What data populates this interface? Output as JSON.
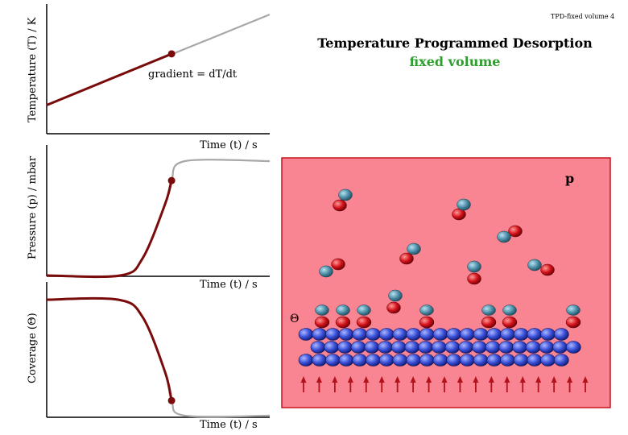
{
  "slide_tag": "TPD-fixed volume 4",
  "title": "Temperature Programmed Desorption",
  "subtitle": "fixed volume",
  "subtitle_color": "#2ca02c",
  "colors": {
    "curve_active": "#7a0b0b",
    "curve_future": "#a8a8a8",
    "chamber_fill": "#f98492",
    "chamber_border": "#c8141e",
    "surface_atom": "#3a4fd8",
    "molecule_top": "#4e8fa8",
    "molecule_bottom": "#d4121a",
    "heat_arrow": "#b3121a"
  },
  "plot1": {
    "ylabel": "Temperature (T) / K",
    "xlabel": "Time (t) / s",
    "annotation": "gradient = dT/dt"
  },
  "plot2": {
    "ylabel": "Pressure (p) / mbar",
    "xlabel": "Time (t) / s"
  },
  "plot3": {
    "ylabel": "Coverage (Θ)",
    "xlabel": "Time (t) / s"
  },
  "chamber": {
    "pressure_label": "p",
    "coverage_label": "Θ",
    "heat_arrow_count": 19
  },
  "chart_data": [
    {
      "type": "line",
      "title": "",
      "xlabel": "Time (t) / s",
      "ylabel": "Temperature (T) / K",
      "x": [
        0,
        0.56,
        1.0
      ],
      "y": [
        0.24,
        0.67,
        1.0
      ],
      "current_time": 0.56,
      "grid": false
    },
    {
      "type": "line",
      "title": "",
      "xlabel": "Time (t) / s",
      "ylabel": "Pressure (p) / mbar",
      "x": [
        0,
        0.33,
        0.43,
        0.53,
        0.56,
        0.62,
        1.0
      ],
      "y": [
        0,
        0,
        0.15,
        0.62,
        0.83,
        1.0,
        1.0
      ],
      "current_time": 0.56,
      "grid": false
    },
    {
      "type": "line",
      "title": "",
      "xlabel": "Time (t) / s",
      "ylabel": "Coverage (Θ)",
      "x": [
        0,
        0.32,
        0.43,
        0.53,
        0.56,
        0.62,
        1.0
      ],
      "y": [
        1.0,
        1.0,
        0.85,
        0.38,
        0.13,
        0,
        0
      ],
      "current_time": 0.56,
      "grid": false
    }
  ]
}
